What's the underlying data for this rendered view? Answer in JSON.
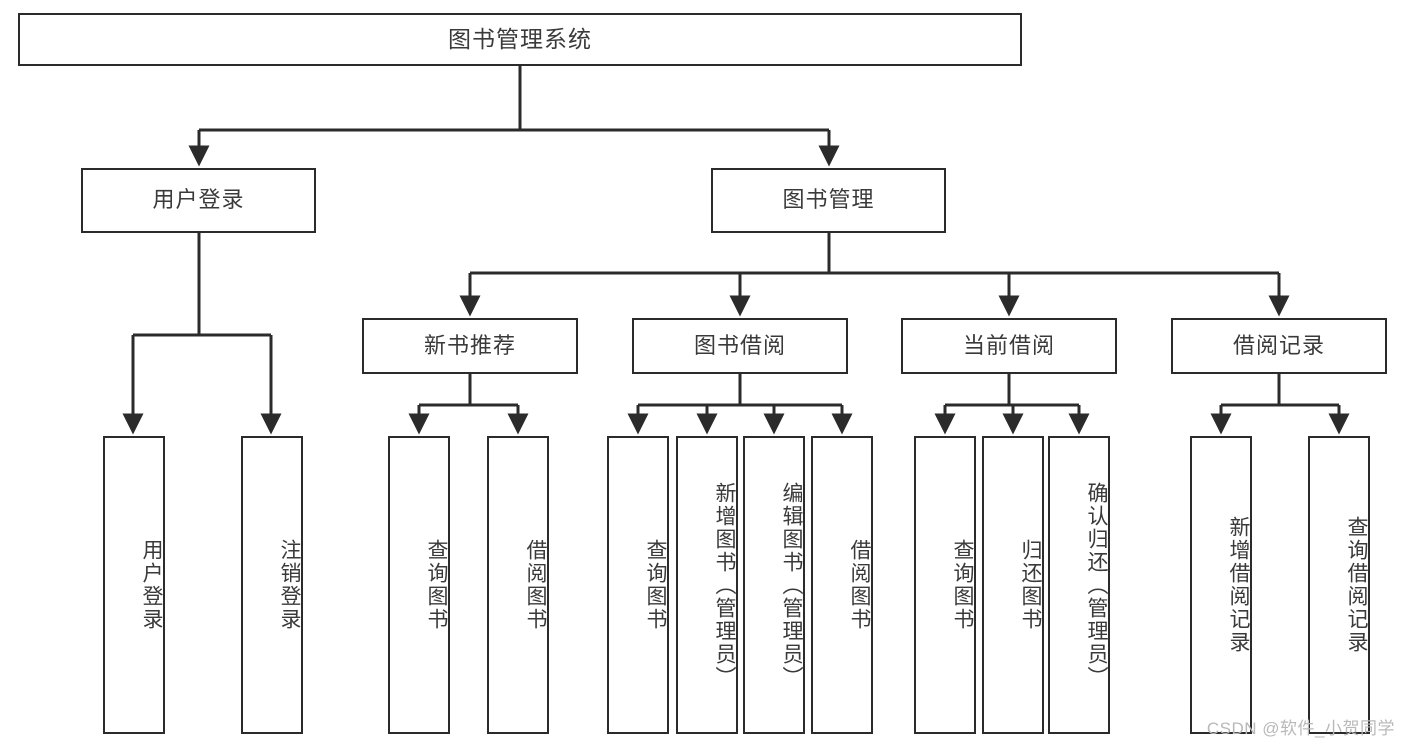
{
  "diagram": {
    "title": "图书管理系统",
    "type": "tree-hierarchy",
    "watermark": "CSDN @软件_小贺同学",
    "colors": {
      "background": "#ffffff",
      "node_border": "#2b2b2b",
      "node_fill": "#ffffff",
      "text": "#3a3a3a",
      "edge": "#2b2b2b",
      "watermark": "#b9b9b9"
    },
    "nodes": {
      "root": {
        "label": "图书管理系统"
      },
      "level2": [
        {
          "label": "用户登录"
        },
        {
          "label": "图书管理"
        }
      ],
      "level3": [
        {
          "label": "新书推荐"
        },
        {
          "label": "图书借阅"
        },
        {
          "label": "当前借阅"
        },
        {
          "label": "借阅记录"
        }
      ],
      "leaves": {
        "user_login": [
          {
            "label": "用户登录"
          },
          {
            "label": "注销登录"
          }
        ],
        "new_book": [
          {
            "label": "查询图书"
          },
          {
            "label": "借阅图书"
          }
        ],
        "book_borrow": [
          {
            "label": "查询图书"
          },
          {
            "label": "新增图书（管理员）"
          },
          {
            "label": "编辑图书（管理员）"
          },
          {
            "label": "借阅图书"
          }
        ],
        "current_borrow": [
          {
            "label": "查询图书"
          },
          {
            "label": "归还图书"
          },
          {
            "label": "确认归还（管理员）"
          }
        ],
        "borrow_record": [
          {
            "label": "新增借阅记录"
          },
          {
            "label": "查询借阅记录"
          }
        ]
      }
    }
  }
}
